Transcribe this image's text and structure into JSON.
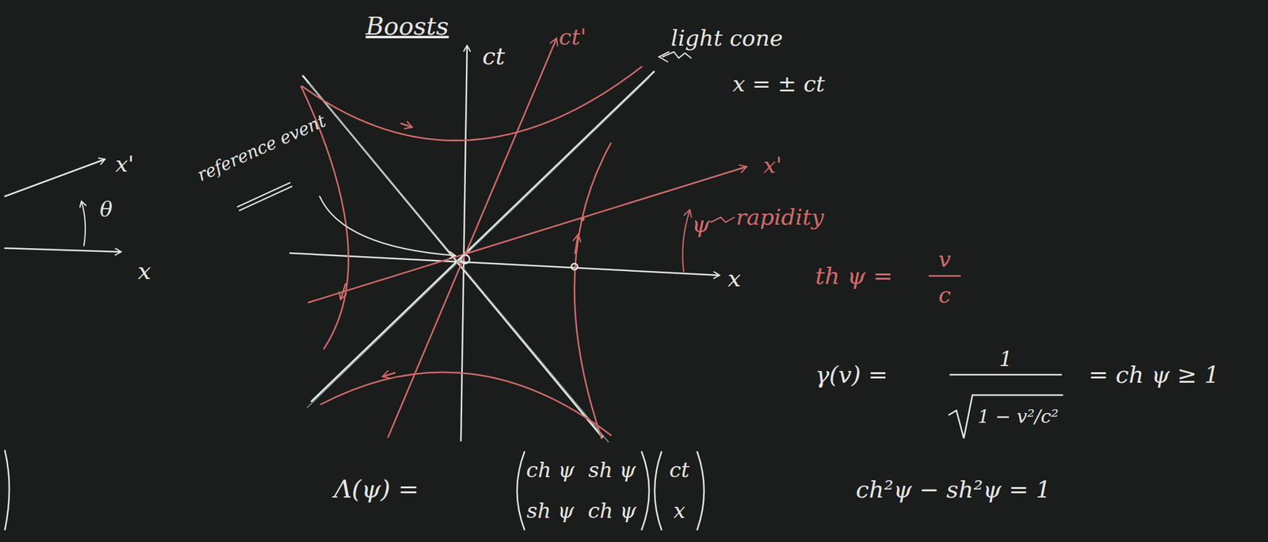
{
  "diagram": {
    "title": "Boosts",
    "labels": [
      "ct",
      "ct'",
      "light cone",
      "x = ± ct",
      "x'",
      "θ",
      "x",
      "reference event",
      "x'",
      "ψ",
      "rapidity",
      "th ψ =",
      "v",
      "c",
      "x",
      "γ(v) =",
      "1",
      "1 − v²/c²",
      "= ch ψ ≥ 1",
      "Λ(ψ) =",
      "ch ψ",
      "sh ψ",
      "sh ψ",
      "ch ψ",
      "ct",
      "x",
      "ch²ψ − sh²ψ = 1"
    ]
  }
}
